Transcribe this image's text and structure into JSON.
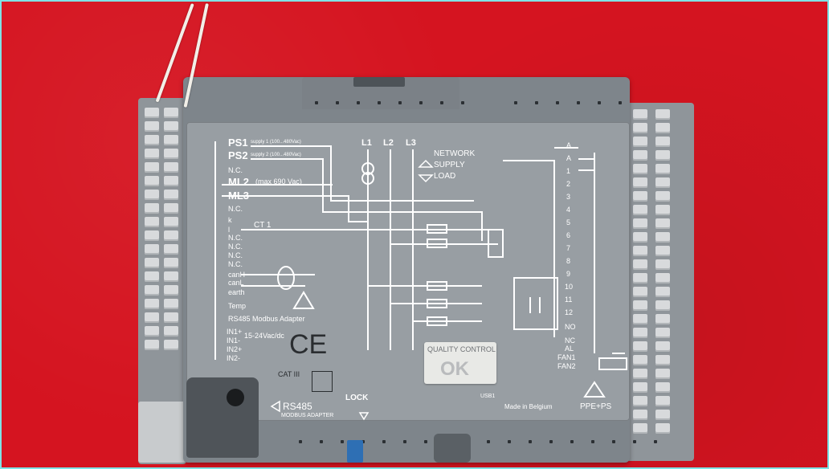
{
  "labels": {
    "ps1": "PS1",
    "ps1_supply": "supply 1 (100...480Vac)",
    "ps2": "PS2",
    "ps2_supply": "supply 2 (100...480Vac)",
    "nc": "N.C.",
    "ml2": "ML2",
    "max_voltage": "(max 690 Vac)",
    "ml3": "ML3",
    "k": "k",
    "l": "l",
    "ct1": "CT 1",
    "canh": "canH",
    "canl": "canL",
    "earth": "earth",
    "temp": "Temp",
    "rs485_modbus_adapter": "RS485 Modbus Adapter",
    "in1p": "IN1+",
    "in1m": "IN1-",
    "in_voltage": "15-24Vac/dc",
    "in2p": "IN2+",
    "in2m": "IN2-",
    "l1": "L1",
    "l2": "L2",
    "l3": "L3",
    "network": "NETWORK",
    "supply": "SUPPLY",
    "load": "LOAD",
    "ce": "CE",
    "cat_iii": "CAT III",
    "quality_control": "QUALITY CONTROL",
    "ok": "OK",
    "rs485": "RS485",
    "modbus_adapter": "MODBUS ADAPTER",
    "lock": "LOCK",
    "usb": "USB1",
    "made_in": "Made in Belgium",
    "ppe_ps": "PPE+PS"
  },
  "right_labels": [
    "A",
    "A",
    "1",
    "2",
    "3",
    "4",
    "5",
    "6",
    "7",
    "8",
    "9",
    "10",
    "11",
    "12",
    "NO",
    "NC",
    "AL",
    "FAN1",
    "FAN2"
  ],
  "colors": {
    "background": "#d9121e",
    "housing": "#7e858b",
    "faceplate": "#989ea3",
    "print": "#ffffff",
    "frame": "#7fe3e6"
  }
}
